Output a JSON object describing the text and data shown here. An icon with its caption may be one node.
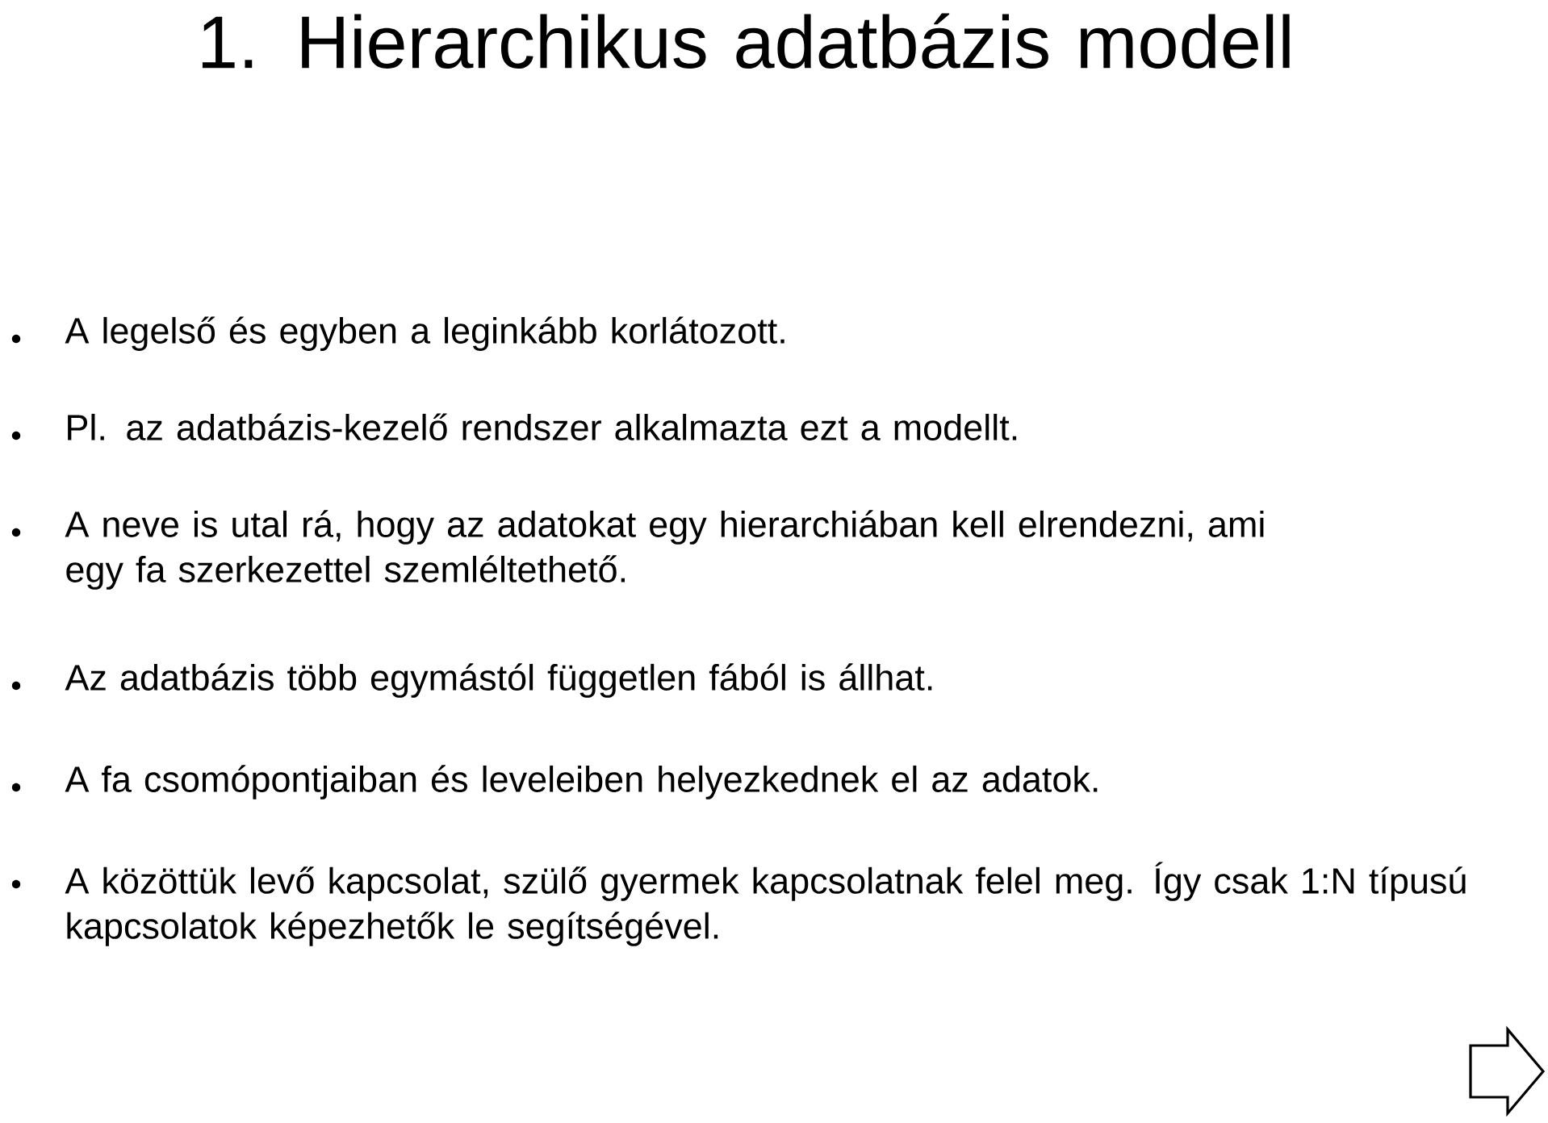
{
  "diagram": {
    "title": "1. Hierarchikus adatbázis modell",
    "labels": [
      "A legelső és egyben a leginkább korlátozott.",
      "Pl. az adatbázis-kezelő rendszer alkalmazta ezt a modellt.",
      "A neve is utal rá, hogy az adatokat egy hierarchiában kell elrendezni, ami egy fa szerkezettel szemléltethető.",
      "Az adatbázis több egymástól független fából is állhat.",
      "A fa csomópontjaiban és leveleiben helyezkednek el az adatok.",
      "A közöttük levő kapcsolat, szülő gyermek kapcsolatnak felel meg. Így csak 1:N típusú kapcsolatok képezhetők le segítségével."
    ]
  }
}
